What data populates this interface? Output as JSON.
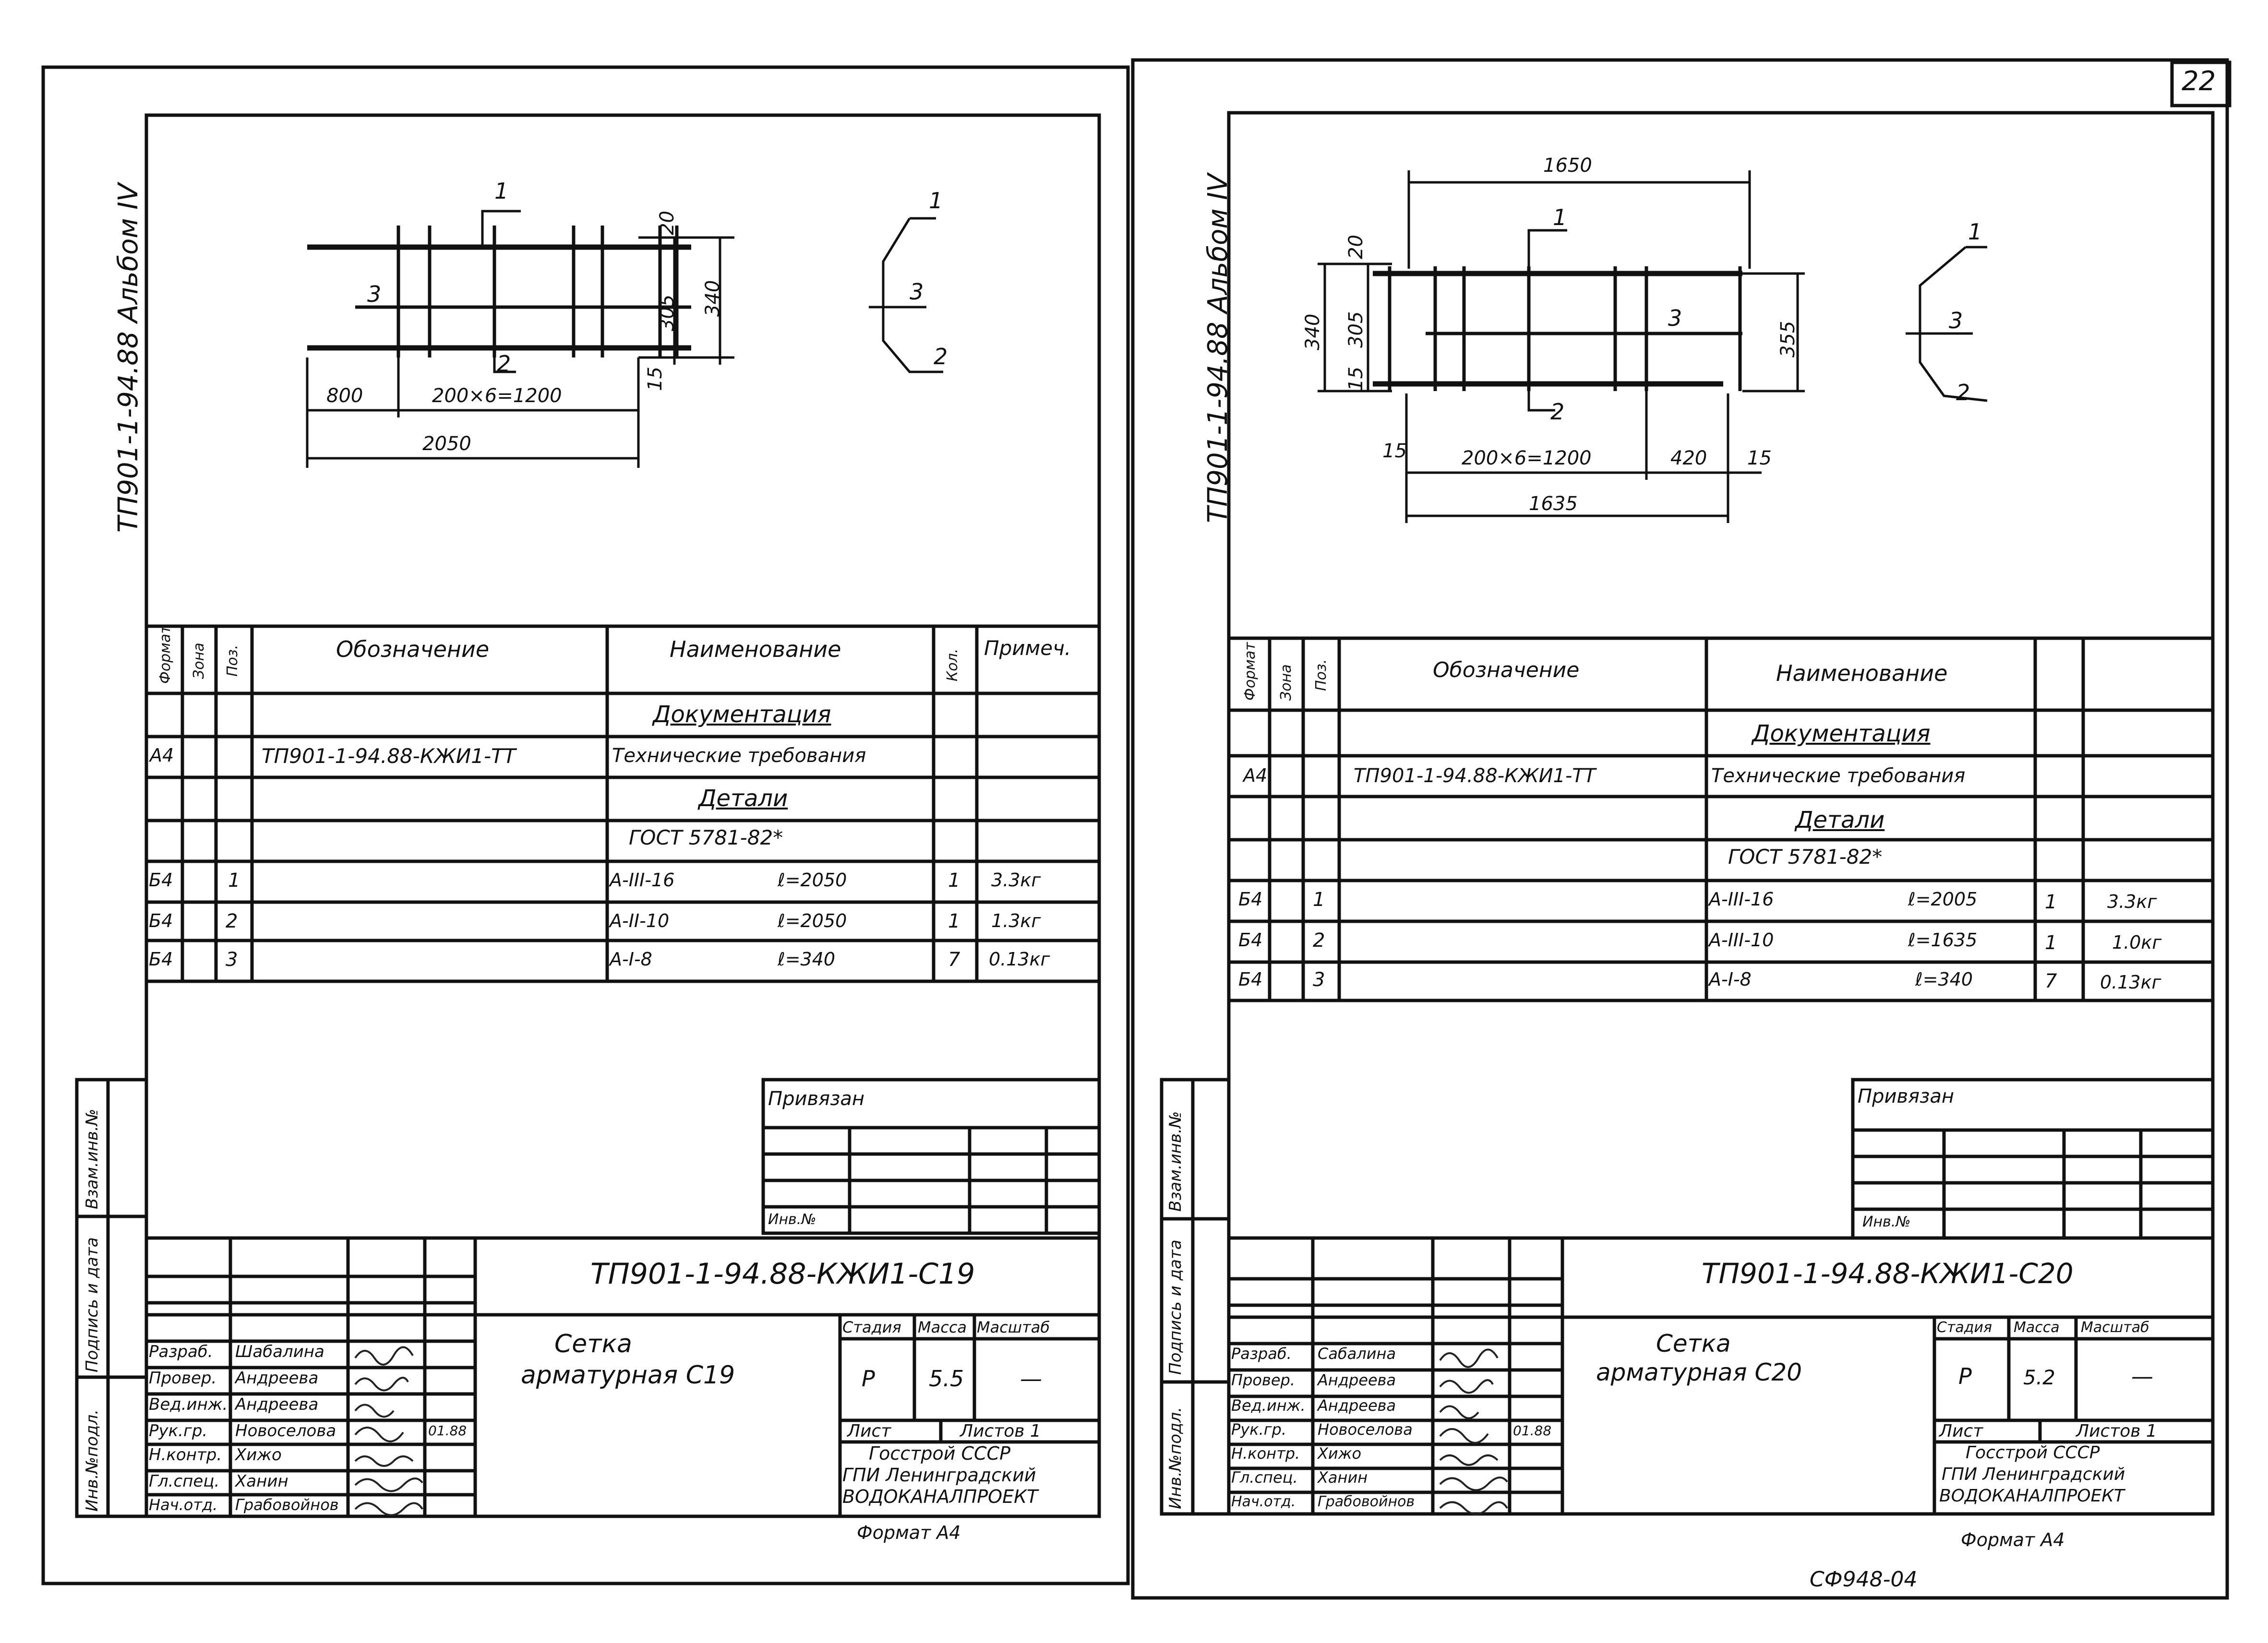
{
  "page_number": "22",
  "footer_code": "СФ948-04",
  "sheets": [
    {
      "album_label": "ТП901-1-94.88 Альбом IV",
      "drawing": {
        "pos_labels": [
          "1",
          "2",
          "3"
        ],
        "dims": {
          "d20": "20",
          "d305": "305",
          "d340": "340",
          "d15": "15",
          "d800": "800",
          "d_pitch": "200×6=1200",
          "d2050": "2050"
        }
      },
      "spec_headers": {
        "format": "Формат",
        "zone": "Зона",
        "pos": "Поз.",
        "designation": "Обозначение",
        "name": "Наименование",
        "qty": "Кол.",
        "note": "Примеч."
      },
      "spec_rows": [
        {
          "format": "",
          "pos": "",
          "designation": "",
          "name": "Документация",
          "len": "",
          "qty": "",
          "note": ""
        },
        {
          "format": "А4",
          "pos": "",
          "designation": "ТП901-1-94.88-КЖИ1-ТТ",
          "name": "Технические требования",
          "len": "",
          "qty": "",
          "note": ""
        },
        {
          "format": "",
          "pos": "",
          "designation": "",
          "name": "Детали",
          "len": "",
          "qty": "",
          "note": ""
        },
        {
          "format": "",
          "pos": "",
          "designation": "",
          "name": "ГОСТ 5781-82*",
          "len": "",
          "qty": "",
          "note": ""
        },
        {
          "format": "Б4",
          "pos": "1",
          "designation": "",
          "name": "А-III-16",
          "len": "ℓ=2050",
          "qty": "1",
          "note": "3.3кг"
        },
        {
          "format": "Б4",
          "pos": "2",
          "designation": "",
          "name": "А-II-10",
          "len": "ℓ=2050",
          "qty": "1",
          "note": "1.3кг"
        },
        {
          "format": "Б4",
          "pos": "3",
          "designation": "",
          "name": "А-I-8",
          "len": "ℓ=340",
          "qty": "7",
          "note": "0.13кг"
        }
      ],
      "privyazan": "Привязан",
      "inv_no": "Инв.№",
      "side_labels": [
        "Взам.инв.№",
        "Подпись и дата",
        "Инв.№подл."
      ],
      "title_code": "ТП901-1-94.88-КЖИ1-С19",
      "title_name_1": "Сетка",
      "title_name_2": "арматурная С19",
      "stage_h": "Стадия",
      "mass_h": "Масса",
      "scale_h": "Масштаб",
      "stage": "Р",
      "mass": "5.5",
      "scale": "—",
      "sheet_h": "Лист",
      "sheets_h": "Листов 1",
      "org_1": "Госстрой СССР",
      "org_2": "ГПИ Ленинградский",
      "org_3": "ВОДОКАНАЛПРОЕКТ",
      "format_label": "Формат А4",
      "staff": [
        {
          "role": "Разраб.",
          "name": "Шабалина",
          "date": ""
        },
        {
          "role": "Провер.",
          "name": "Андреева",
          "date": ""
        },
        {
          "role": "Вед.инж.",
          "name": "Андреева",
          "date": ""
        },
        {
          "role": "Рук.гр.",
          "name": "Новоселова",
          "date": "01.88"
        },
        {
          "role": "Н.контр.",
          "name": "Хижо",
          "date": ""
        },
        {
          "role": "Гл.спец.",
          "name": "Ханин",
          "date": ""
        },
        {
          "role": "Нач.отд.",
          "name": "Грабовойнов",
          "date": ""
        }
      ]
    },
    {
      "album_label": "ТП901-1-94.88 Альбом IV",
      "drawing": {
        "pos_labels": [
          "1",
          "2",
          "3"
        ],
        "dims": {
          "d1650": "1650",
          "d20": "20",
          "d305": "305",
          "d340": "340",
          "d15a": "15",
          "d355": "355",
          "d15b": "15",
          "d_pitch": "200×6=1200",
          "d420": "420",
          "d15c": "15",
          "d1635": "1635"
        }
      },
      "spec_headers": {
        "format": "Формат",
        "zone": "Зона",
        "pos": "Поз.",
        "designation": "Обозначение",
        "name": "Наименование",
        "qty": "",
        "note": ""
      },
      "spec_rows": [
        {
          "format": "",
          "pos": "",
          "designation": "",
          "name": "Документация",
          "len": "",
          "qty": "",
          "note": ""
        },
        {
          "format": "А4",
          "pos": "",
          "designation": "ТП901-1-94.88-КЖИ1-ТТ",
          "name": "Технические требования",
          "len": "",
          "qty": "",
          "note": ""
        },
        {
          "format": "",
          "pos": "",
          "designation": "",
          "name": "Детали",
          "len": "",
          "qty": "",
          "note": ""
        },
        {
          "format": "",
          "pos": "",
          "designation": "",
          "name": "ГОСТ 5781-82*",
          "len": "",
          "qty": "",
          "note": ""
        },
        {
          "format": "Б4",
          "pos": "1",
          "designation": "",
          "name": "А-III-16",
          "len": "ℓ=2005",
          "qty": "1",
          "note": "3.3кг"
        },
        {
          "format": "Б4",
          "pos": "2",
          "designation": "",
          "name": "А-III-10",
          "len": "ℓ=1635",
          "qty": "1",
          "note": "1.0кг"
        },
        {
          "format": "Б4",
          "pos": "3",
          "designation": "",
          "name": "А-I-8",
          "len": "ℓ=340",
          "qty": "7",
          "note": "0.13кг"
        }
      ],
      "privyazan": "Привязан",
      "inv_no": "Инв.№",
      "side_labels": [
        "Взам.инв.№",
        "Подпись и дата",
        "Инв.№подл."
      ],
      "title_code": "ТП901-1-94.88-КЖИ1-С20",
      "title_name_1": "Сетка",
      "title_name_2": "арматурная С20",
      "stage_h": "Стадия",
      "mass_h": "Масса",
      "scale_h": "Масштаб",
      "stage": "Р",
      "mass": "5.2",
      "scale": "—",
      "sheet_h": "Лист",
      "sheets_h": "Листов 1",
      "org_1": "Госстрой СССР",
      "org_2": "ГПИ Ленинградский",
      "org_3": "ВОДОКАНАЛПРОЕКТ",
      "format_label": "Формат А4",
      "staff": [
        {
          "role": "Разраб.",
          "name": "Сабалина",
          "date": ""
        },
        {
          "role": "Провер.",
          "name": "Андреева",
          "date": ""
        },
        {
          "role": "Вед.инж.",
          "name": "Андреева",
          "date": ""
        },
        {
          "role": "Рук.гр.",
          "name": "Новоселова",
          "date": "01.88"
        },
        {
          "role": "Н.контр.",
          "name": "Хижо",
          "date": ""
        },
        {
          "role": "Гл.спец.",
          "name": "Ханин",
          "date": ""
        },
        {
          "role": "Нач.отд.",
          "name": "Грабовойнов",
          "date": ""
        }
      ]
    }
  ]
}
